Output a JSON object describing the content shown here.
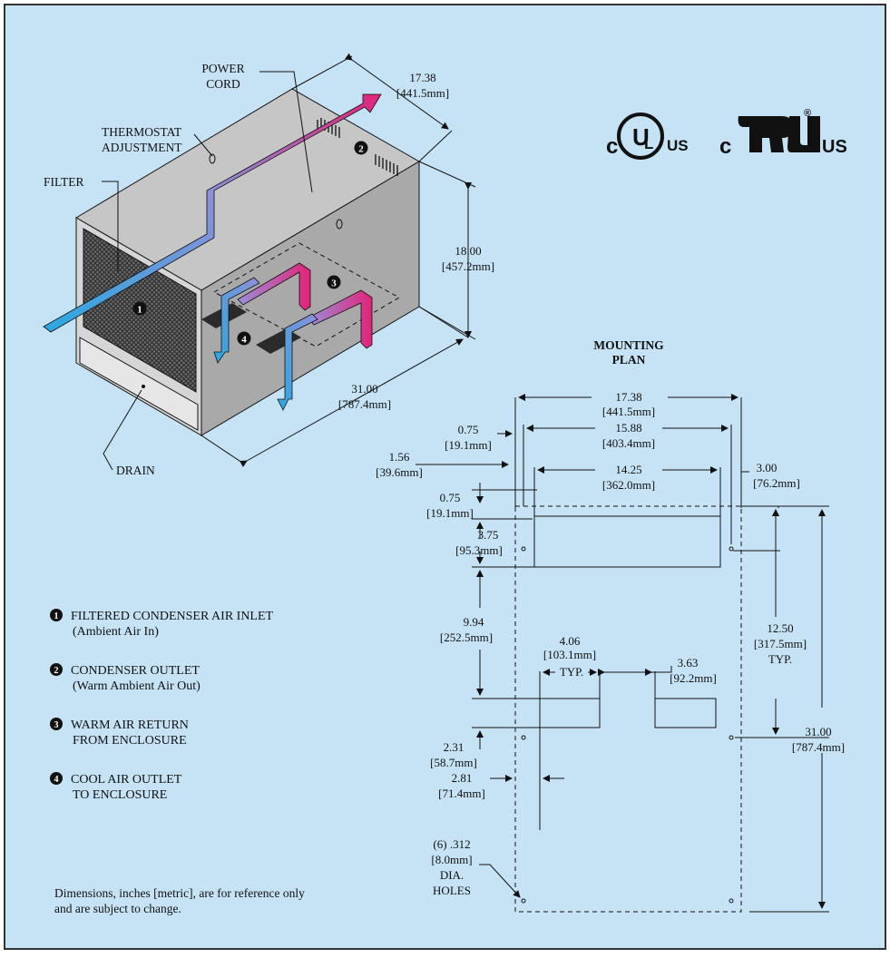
{
  "colors": {
    "background": "#c5e3f5",
    "border": "#333333",
    "warm": "#e2237a",
    "cool": "#2aa8e0"
  },
  "logos": {
    "ul": {
      "c": "c",
      "us": "US"
    },
    "ru": {
      "c": "c",
      "us": "US",
      "reg": "®"
    }
  },
  "isometric": {
    "labels": {
      "power_cord": [
        "POWER",
        "CORD"
      ],
      "thermostat": [
        "THERMOSTAT",
        "ADJUSTMENT"
      ],
      "filter": "FILTER",
      "drain": "DRAIN"
    },
    "callouts": [
      "1",
      "2",
      "3",
      "4"
    ],
    "dims": {
      "depth": [
        "17.38",
        "[441.5mm]"
      ],
      "height": [
        "18.00",
        "[457.2mm]"
      ],
      "width": [
        "31.00",
        "[787.4mm]"
      ]
    }
  },
  "mounting_plan": {
    "title": [
      "MOUNTING",
      "PLAN"
    ],
    "dims": {
      "overall_width": [
        "17.38",
        "[441.5mm]"
      ],
      "d_15_88": [
        "15.88",
        "[403.4mm]"
      ],
      "d_14_25": [
        "14.25",
        "[362.0mm]"
      ],
      "d_0_75_top": [
        "0.75",
        "[19.1mm]"
      ],
      "d_1_56": [
        "1.56",
        "[39.6mm]"
      ],
      "d_3_00": [
        "3.00",
        "[76.2mm]"
      ],
      "d_0_75_left": [
        "0.75",
        "[19.1mm]"
      ],
      "d_3_75": [
        "3.75",
        "[95.3mm]"
      ],
      "d_9_94": [
        "9.94",
        "[252.5mm]"
      ],
      "d_4_06": [
        "4.06",
        "[103.1mm]",
        "TYP."
      ],
      "d_3_63": [
        "3.63",
        "[92.2mm]"
      ],
      "d_12_50": [
        "12.50",
        "[317.5mm]",
        "TYP."
      ],
      "d_2_31": [
        "2.31",
        "[58.7mm]"
      ],
      "d_31_00": [
        "31.00",
        "[787.4mm]"
      ],
      "d_2_81": [
        "2.81",
        "[71.4mm]"
      ],
      "holes": [
        "(6) .312",
        "[8.0mm]",
        "DIA.",
        "HOLES"
      ]
    }
  },
  "legend": [
    {
      "num": "1",
      "line1": "FILTERED CONDENSER AIR INLET",
      "line2": "(Ambient Air In)"
    },
    {
      "num": "2",
      "line1": "CONDENSER OUTLET",
      "line2": "(Warm Ambient Air Out)"
    },
    {
      "num": "3",
      "line1": "WARM AIR RETURN",
      "line2": "FROM ENCLOSURE"
    },
    {
      "num": "4",
      "line1": "COOL AIR OUTLET",
      "line2": "TO ENCLOSURE"
    }
  ],
  "footnote": [
    "Dimensions, inches [metric], are for reference only",
    "and are subject to change."
  ]
}
